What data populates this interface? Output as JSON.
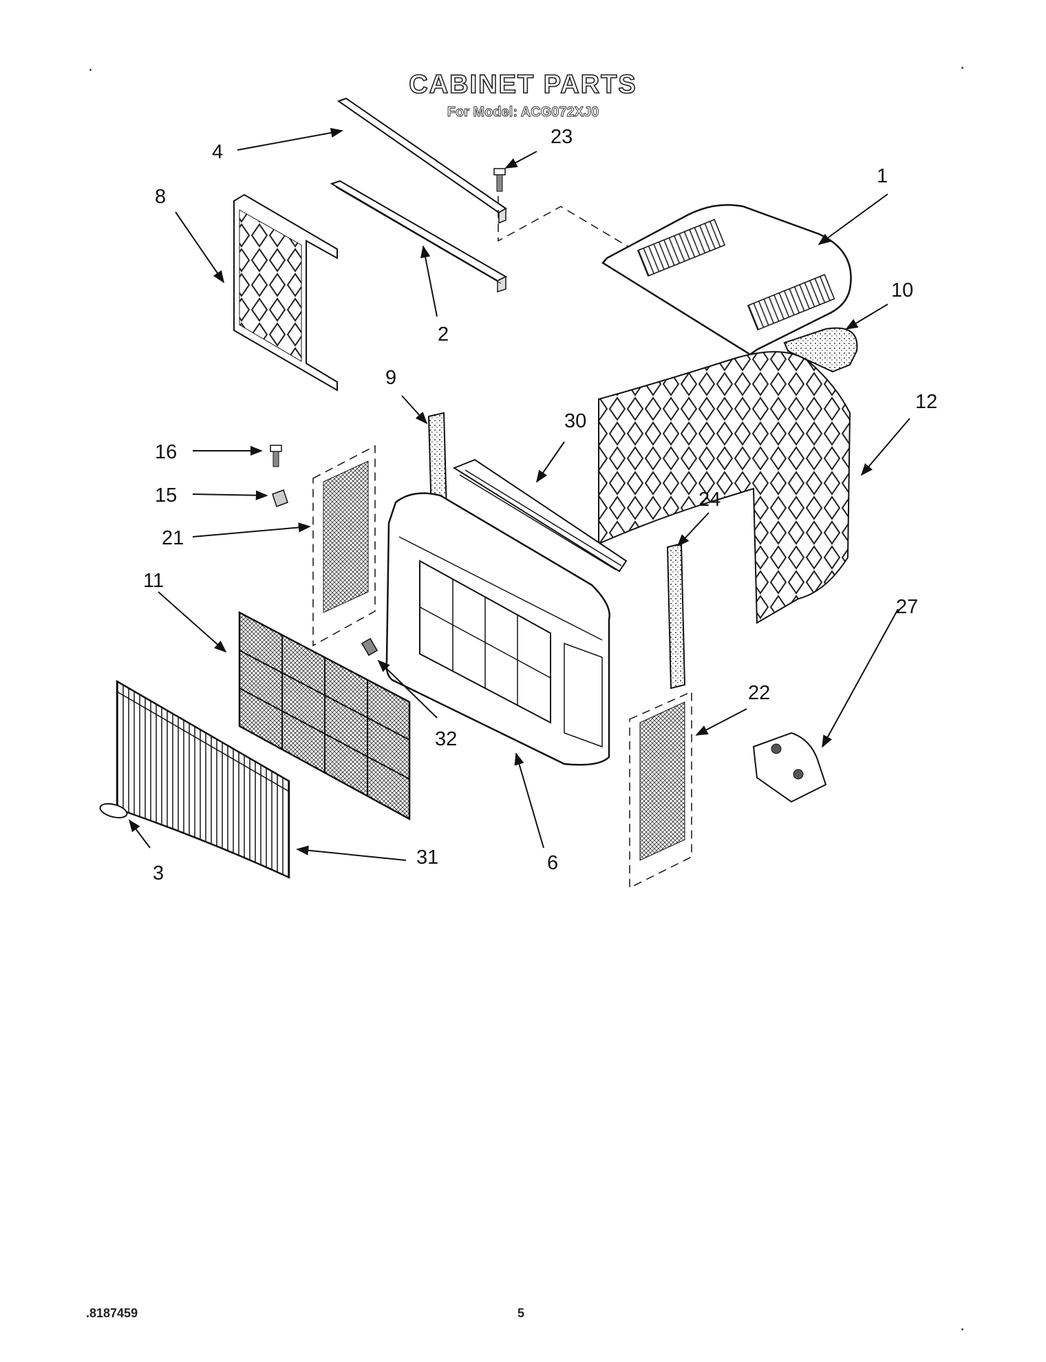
{
  "header": {
    "title": "CABINET PARTS",
    "subtitle": "For Model: ACG072XJ0"
  },
  "callouts": {
    "c1": "1",
    "c2": "2",
    "c3": "3",
    "c4": "4",
    "c6": "6",
    "c8": "8",
    "c9": "9",
    "c10": "10",
    "c11": "11",
    "c12": "12",
    "c15": "15",
    "c16": "16",
    "c21": "21",
    "c22": "22",
    "c23": "23",
    "c24": "24",
    "c27": "27",
    "c30": "30",
    "c31": "31",
    "c32": "32"
  },
  "footer": {
    "doc_number": ".8187459",
    "page_number": "5"
  }
}
